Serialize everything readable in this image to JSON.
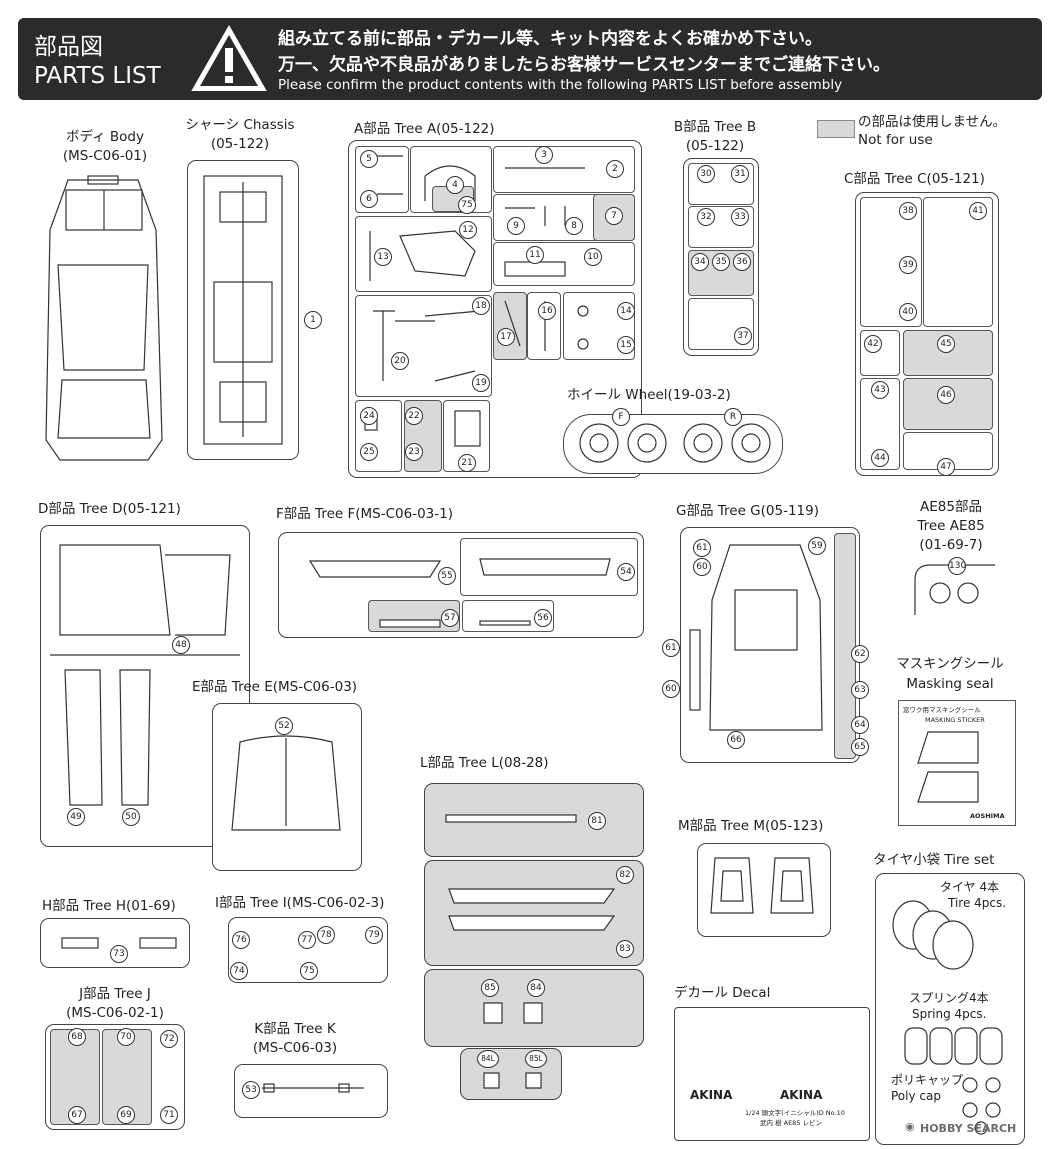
{
  "header": {
    "title_jp": "部品図",
    "title_en": "PARTS LIST",
    "warning_jp_1": "組み立てる前に部品・デカール等、キット内容をよくお確かめ下さい。",
    "warning_jp_2": "万一、欠品や不良品がありましたらお客様サービスセンターまでご連絡下さい。",
    "warning_en": "Please confirm the product contents with the following PARTS LIST before assembly"
  },
  "legend": {
    "jp": "の部品は使用しません。",
    "en": "Not for use",
    "swatch_color": "#d9d9d9"
  },
  "trees": {
    "body": {
      "jp": "ボディ Body",
      "code": "(MS-C06-01)"
    },
    "chassis": {
      "jp": "シャーシ Chassis",
      "code": "(05-122)",
      "parts": [
        "1"
      ]
    },
    "a": {
      "label": "A部品 Tree A(05-122)",
      "parts": [
        "2",
        "3",
        "4",
        "5",
        "6",
        "7",
        "8",
        "9",
        "10",
        "11",
        "12",
        "13",
        "14",
        "15",
        "16",
        "17",
        "18",
        "19",
        "20",
        "21",
        "22",
        "23",
        "24",
        "25",
        "75"
      ]
    },
    "b": {
      "label": "B部品 Tree B",
      "code": "(05-122)",
      "parts": [
        "30",
        "31",
        "32",
        "33",
        "34",
        "35",
        "36",
        "37"
      ]
    },
    "c": {
      "label": "C部品 Tree C(05-121)",
      "parts": [
        "38",
        "39",
        "40",
        "41",
        "42",
        "43",
        "44",
        "45",
        "46",
        "47"
      ]
    },
    "wheel": {
      "label": "ホイール Wheel(19-03-2)",
      "front": "F",
      "rear": "R"
    },
    "d": {
      "label": "D部品 Tree D(05-121)",
      "parts": [
        "48",
        "49",
        "50"
      ]
    },
    "f": {
      "label": "F部品 Tree F(MS-C06-03-1)",
      "parts": [
        "54",
        "55",
        "56",
        "57"
      ]
    },
    "g": {
      "label": "G部品 Tree G(05-119)",
      "parts": [
        "59",
        "60",
        "61",
        "62",
        "63",
        "64",
        "65",
        "66",
        "60",
        "61"
      ]
    },
    "ae85": {
      "label1": "AE85部品",
      "label2": "Tree AE85",
      "code": "(01-69-7)",
      "parts": [
        "130"
      ]
    },
    "e": {
      "label": "E部品 Tree E(MS-C06-03)",
      "parts": [
        "52"
      ]
    },
    "masking": {
      "jp": "マスキングシール",
      "en": "Masking seal",
      "sheet_title_jp": "窓ワク用マスキングシール",
      "sheet_title_en": "MASKING STICKER",
      "brand": "AOSHIMA"
    },
    "l": {
      "label": "L部品 Tree L(08-28)",
      "parts": [
        "81",
        "82",
        "83",
        "84",
        "85",
        "84L",
        "85L"
      ]
    },
    "m": {
      "label": "M部品 Tree M(05-123)"
    },
    "tire_set": {
      "label": "タイヤ小袋 Tire set",
      "tire_jp": "タイヤ 4本",
      "tire_en": "Tire 4pcs.",
      "spring_jp": "スプリング4本",
      "spring_en": "Spring 4pcs.",
      "cap_jp": "ポリキャップ",
      "cap_en": "Poly cap"
    },
    "h": {
      "label": "H部品 Tree H(01-69)",
      "parts": [
        "73"
      ]
    },
    "i": {
      "label": "I部品 Tree I(MS-C06-02-3)",
      "parts": [
        "74",
        "75",
        "76",
        "77",
        "78",
        "79"
      ]
    },
    "j": {
      "label": "J部品 Tree J",
      "code": "(MS-C06-02-1)",
      "parts": [
        "67",
        "68",
        "69",
        "70",
        "71",
        "72"
      ]
    },
    "k": {
      "label": "K部品 Tree K",
      "code": "(MS-C06-03)",
      "parts": [
        "53"
      ]
    },
    "decal": {
      "label": "デカール Decal",
      "small_text_1": "1/24 頭文字(イニシャル)D No.10",
      "small_text_2": "武内 樹 AE85 レビン",
      "akina": "AKINA"
    }
  },
  "footer": {
    "watermark": "HOBBY SEARCH"
  }
}
